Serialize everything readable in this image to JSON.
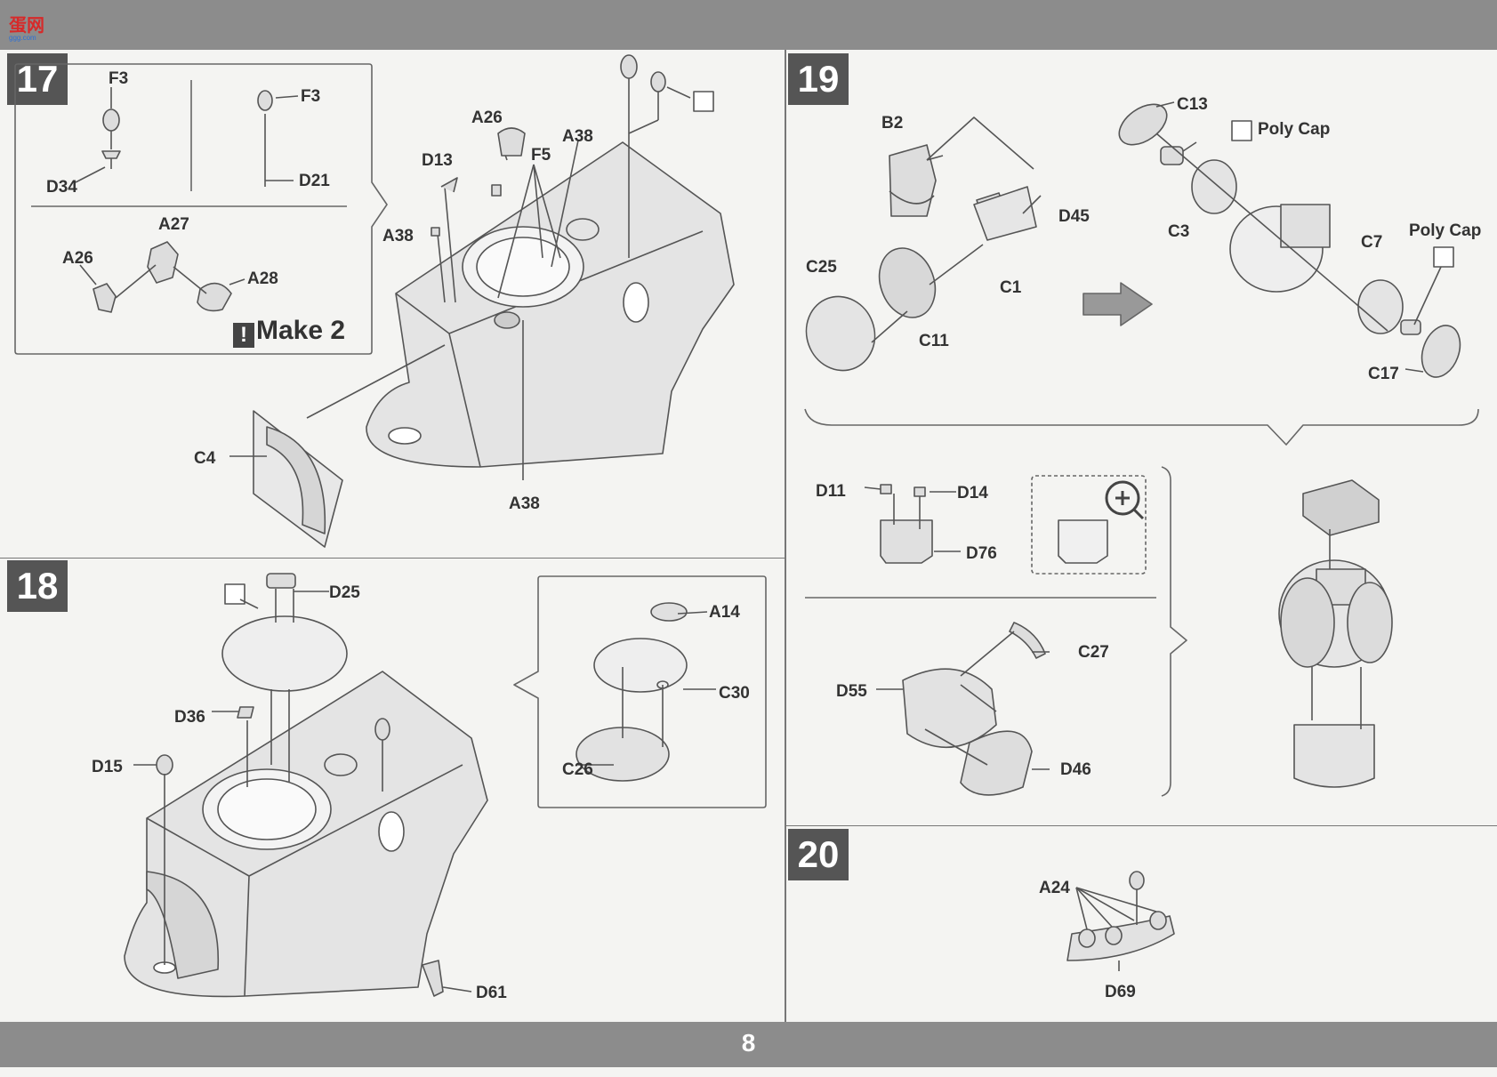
{
  "page_number": "8",
  "site_logo": {
    "text": "蛋网",
    "sub": "ggg.com"
  },
  "step17": {
    "number": "17",
    "labels": {
      "f3a": "F3",
      "f3b": "F3",
      "d34": "D34",
      "d21": "D21",
      "a27": "A27",
      "a26": "A26",
      "a28": "A28",
      "a26b": "A26",
      "d13": "D13",
      "f5": "F5",
      "a38a": "A38",
      "a38b": "A38",
      "a38c": "A38",
      "c4": "C4"
    },
    "make_note": "Make 2"
  },
  "step18": {
    "number": "18",
    "labels": {
      "d25": "D25",
      "d36": "D36",
      "d15": "D15",
      "d61": "D61",
      "a14": "A14",
      "c30": "C30",
      "c26": "C26"
    }
  },
  "step19": {
    "number": "19",
    "labels": {
      "b2": "B2",
      "d45": "D45",
      "c25": "C25",
      "c1": "C1",
      "c11": "C11",
      "c13": "C13",
      "poly1": "Poly Cap",
      "c3": "C3",
      "c7": "C7",
      "poly2": "Poly Cap",
      "c17": "C17",
      "d11": "D11",
      "d14": "D14",
      "d76": "D76",
      "c27": "C27",
      "d55": "D55",
      "d46": "D46"
    }
  },
  "step20": {
    "number": "20",
    "labels": {
      "a24": "A24",
      "d69": "D69"
    }
  },
  "colors": {
    "band": "#8c8c8c",
    "badge": "#555555",
    "line": "#777777"
  }
}
